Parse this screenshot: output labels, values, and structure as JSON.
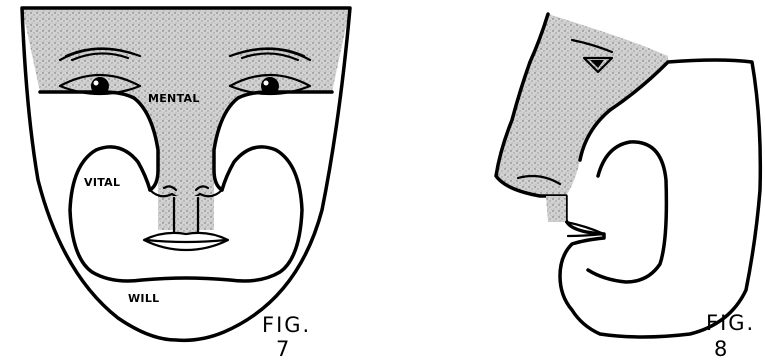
{
  "figures": [
    {
      "caption_prefix": "FIG.",
      "caption_number": "7",
      "zones": {
        "mental": "MENTAL",
        "vital": "VITAL",
        "will": "WILL"
      }
    },
    {
      "caption_prefix": "FIG.",
      "caption_number": "8"
    }
  ]
}
